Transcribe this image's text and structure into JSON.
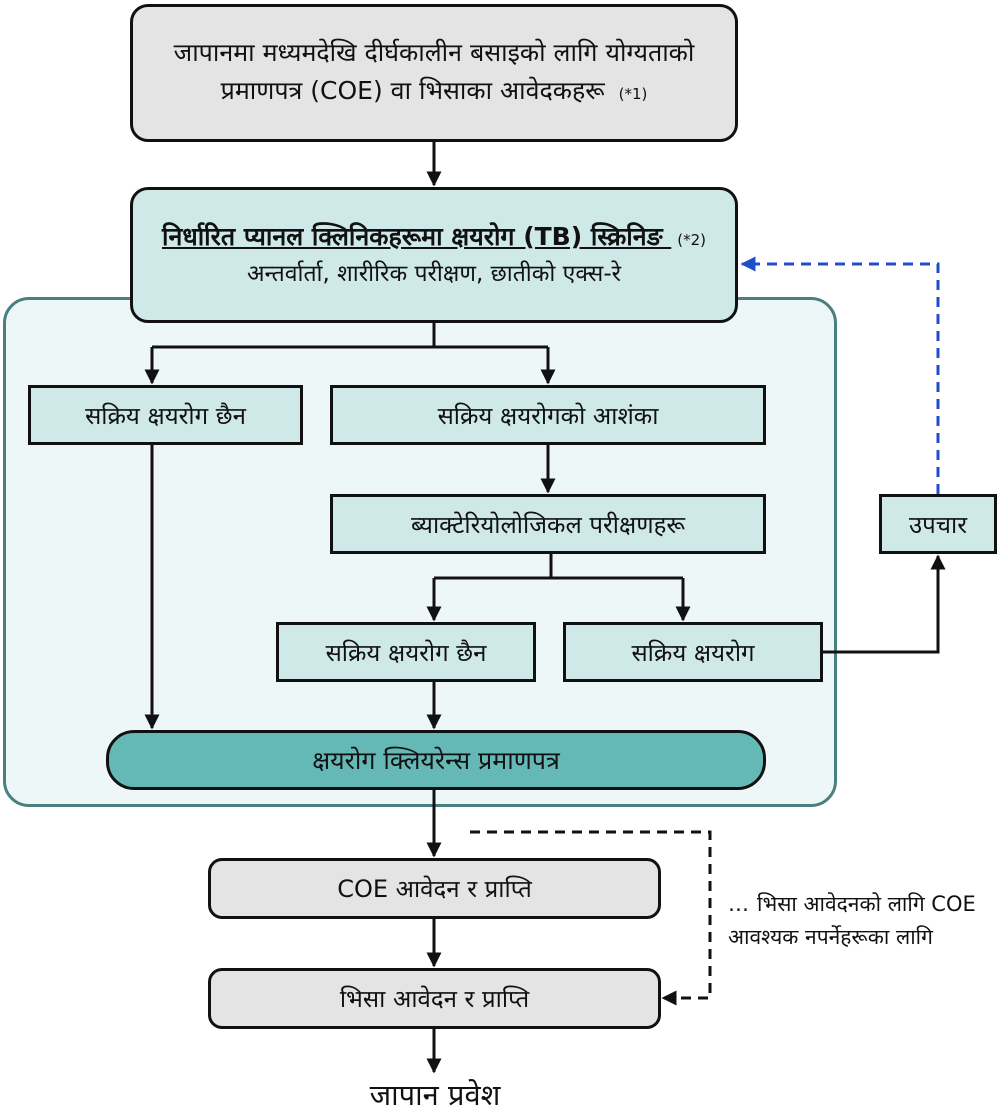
{
  "applicant": {
    "text": "जापानमा मध्यमदेखि दीर्घकालीन बसाइको लागि योग्यताको प्रमाणपत्र (COE) वा भिसाका आवेदकहरू",
    "note": "(*1)"
  },
  "screening": {
    "title": "निर्धारित प्यानल क्लिनिकहरूमा क्षयरोग (TB) स्क्रिनिङ",
    "note": "(*2)",
    "subtitle": "अन्तर्वार्ता, शारीरिक परीक्षण, छातीको एक्स-रे"
  },
  "no_active_tb_1": "सक्रिय क्षयरोग छैन",
  "suspected_tb": "सक्रिय क्षयरोगको आशंका",
  "bacteriological_tests": "ब्याक्टेरियोलोजिकल परीक्षणहरू",
  "no_active_tb_2": "सक्रिय क्षयरोग छैन",
  "active_tb": "सक्रिय क्षयरोग",
  "treatment": "उपचार",
  "clearance": "क्षयरोग क्लियरेन्स प्रमाणपत्र",
  "coe_step": "COE आवेदन र प्राप्ति",
  "visa_step": "भिसा आवेदन र प्राप्ति",
  "entry": "जापान प्रवेश",
  "side_note": {
    "dots": "…",
    "text": "भिसा आवेदनको लागि COE आवश्यक नपर्नेहरूका लागि"
  },
  "colors": {
    "gray_box": "#e4e4e4",
    "teal_box": "#cfe8e8",
    "panel": "#eef7f7",
    "clearance": "#64b8b6",
    "dashed_blue": "#1f4fc8"
  }
}
